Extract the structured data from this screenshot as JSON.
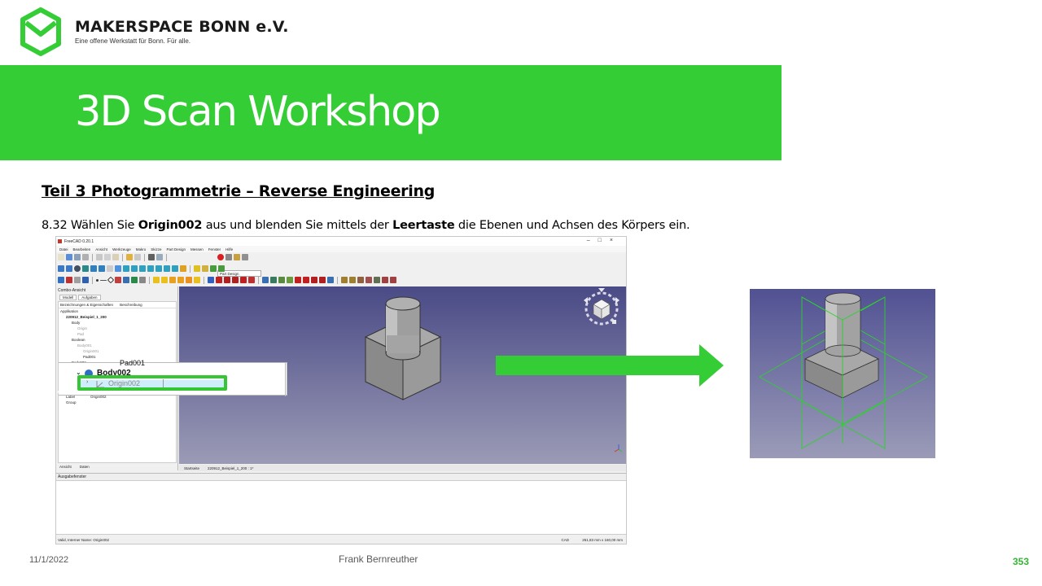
{
  "header": {
    "org_name": "MAKERSPACE BONN e.V.",
    "tagline": "Eine offene Werkstatt für Bonn. Für alle.",
    "brand_color": "#35cd35",
    "logo_icon": "makerspace-hexagon-icon"
  },
  "title": "3D Scan Workshop",
  "section_heading": "Teil 3  Photogrammetrie  – Reverse Engineering",
  "instruction": {
    "step": "8.32 Wählen Sie ",
    "item": "Origin002",
    "middle": " aus und blenden Sie mittels der ",
    "key": "Leertaste",
    "end": " die Ebenen und Achsen des Körpers ein."
  },
  "freecad": {
    "window_title": "FreeCAD 0.20.1",
    "menu": [
      "Datei",
      "Bearbeiten",
      "Ansicht",
      "Werkzeuge",
      "Makro",
      "Skizze",
      "Part Design",
      "Messen",
      "Fenster",
      "Hilfe"
    ],
    "workbench": "Part Design",
    "combo_title": "Combo-Ansicht",
    "combo_tabs": [
      "Modell",
      "Aufgaben"
    ],
    "tree_columns": [
      "Bezeichnungen & Eigenschaften",
      "Beschreibung"
    ],
    "tree": [
      {
        "label": "Applikation",
        "indent": 0,
        "style": ""
      },
      {
        "label": "220912_Beispiel_1_200",
        "indent": 1,
        "style": "bold"
      },
      {
        "label": "Body",
        "indent": 2,
        "style": ""
      },
      {
        "label": "Origin",
        "indent": 3,
        "style": "dim"
      },
      {
        "label": "Pad",
        "indent": 3,
        "style": "dim"
      },
      {
        "label": "Boolean",
        "indent": 2,
        "style": ""
      },
      {
        "label": "Body001",
        "indent": 3,
        "style": "dim"
      },
      {
        "label": "Origin001",
        "indent": 4,
        "style": "dim"
      },
      {
        "label": "Pad001",
        "indent": 4,
        "style": ""
      },
      {
        "label": "Body002",
        "indent": 2,
        "style": ""
      },
      {
        "label": "Origin002",
        "indent": 3,
        "style": "selected"
      }
    ],
    "properties": [
      {
        "key": "Label",
        "value": "Origin002"
      },
      {
        "key": "Group",
        "value": ""
      }
    ],
    "left_bottom_tabs": [
      "Ansicht",
      "Daten"
    ],
    "doc_tabs": [
      "Startseite",
      "220912_Beispiel_1_200 : 1*"
    ],
    "report_title": "Ausgabefenster",
    "status_left": "Valid, Interner Name: Origin002",
    "status_nav": "CAD",
    "status_right": "251,83 mm x 160,00 mm"
  },
  "zoom": {
    "pad_label": "Pad001",
    "body_label": "Body002",
    "origin_label": "Origin002",
    "highlight_color": "#35c535"
  },
  "result_view": {
    "background_top": "#515193",
    "background_bottom": "#9b9bb8",
    "plane_color": "#2ed12e"
  },
  "footer": {
    "date": "11/1/2022",
    "author": "Frank Bernreuther",
    "page": "353"
  }
}
